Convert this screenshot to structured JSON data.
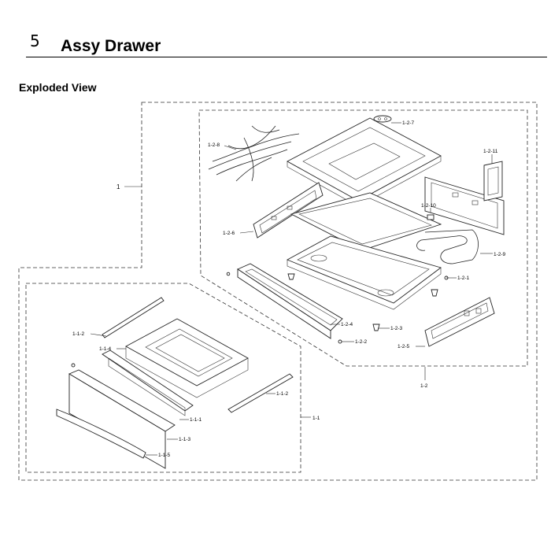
{
  "header": {
    "section_number": "5",
    "section_title": "Assy Drawer",
    "subheading": "Exploded View"
  },
  "callouts": {
    "c1": "1",
    "c1_2": "1-2",
    "c1_1": "1-1",
    "c1_2_1": "1-2-1",
    "c1_2_2": "1-2-2",
    "c1_2_3": "1-2-3",
    "c1_2_4": "1-2-4",
    "c1_2_5": "1-2-5",
    "c1_2_6": "1-2-6",
    "c1_2_7": "1-2-7",
    "c1_2_8": "1-2-8",
    "c1_2_9": "1-2-9",
    "c1_2_10": "1-2-10",
    "c1_2_11": "1-2-11",
    "c1_1_1": "1-1-1",
    "c1_1_2a": "1-1-2",
    "c1_1_2b": "1-1-2",
    "c1_1_3": "1-1-3",
    "c1_1_4": "1-1-4",
    "c1_1_5": "1-1-5"
  }
}
